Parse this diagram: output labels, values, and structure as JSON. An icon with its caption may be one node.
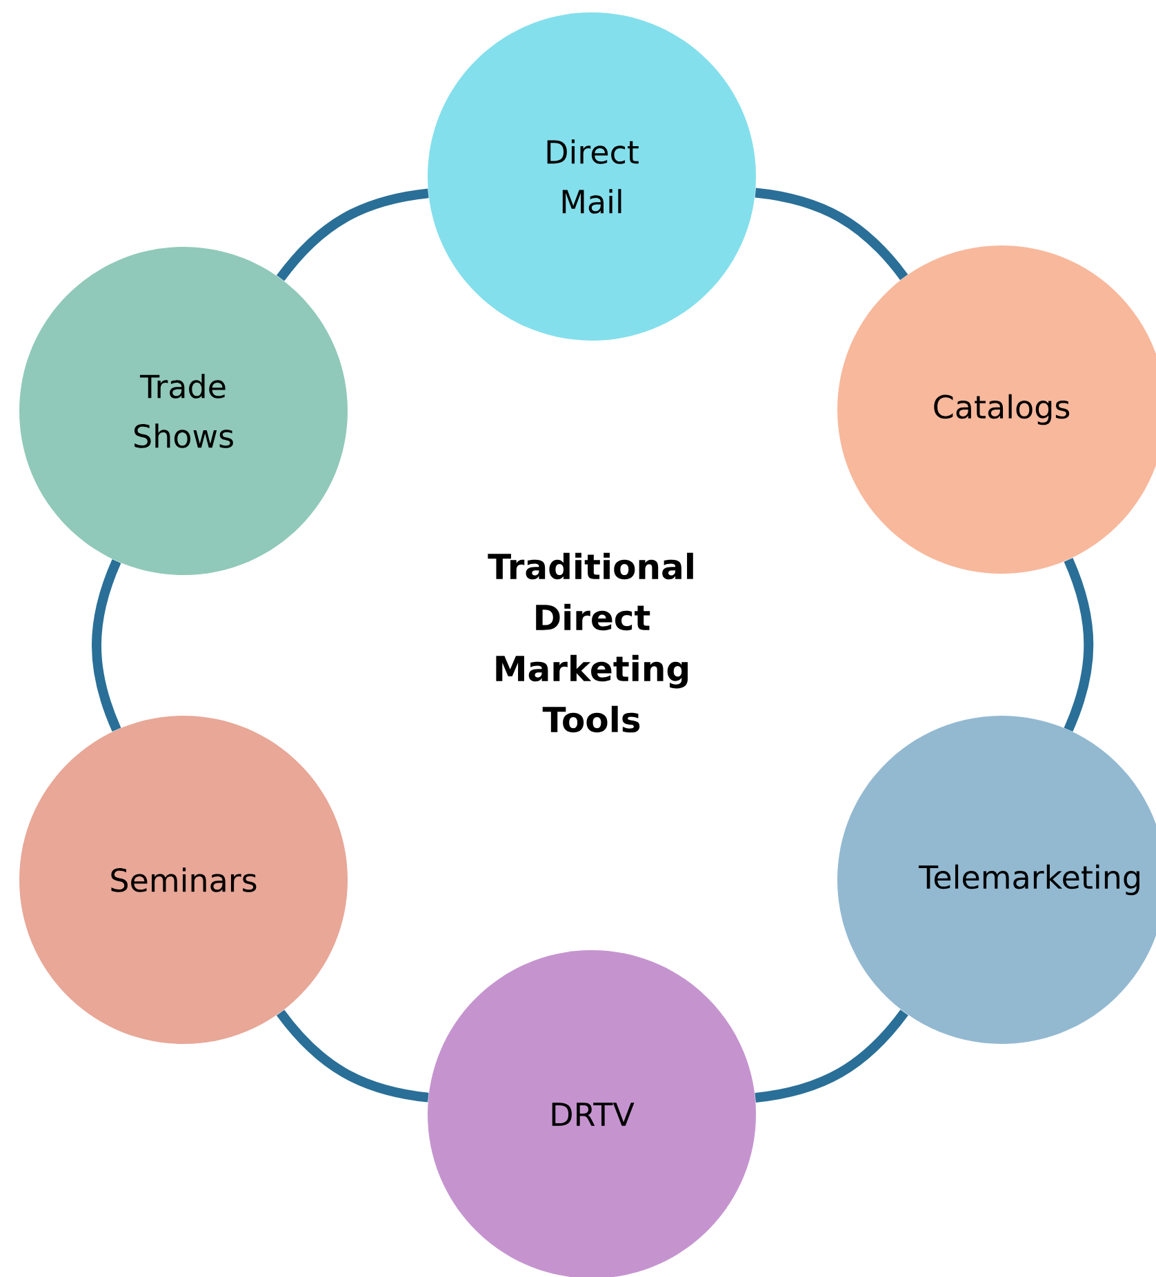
{
  "diagram": {
    "title": "Traditional Direct Marketing Tools",
    "nodes": [
      {
        "text": [
          "Direct Mail"
        ]
      },
      {
        "text": [
          "Catalogs"
        ]
      },
      {
        "text": [
          "Telemarketing"
        ]
      },
      {
        "text": [
          "DRTV"
        ]
      },
      {
        "text": [
          "Seminars"
        ]
      },
      {
        "text": [
          "Trade Shows"
        ]
      }
    ],
    "edges": [
      {
        "from": 0,
        "to": 1,
        "arrow": "none"
      },
      {
        "from": 1,
        "to": 2,
        "arrow": "none"
      },
      {
        "from": 2,
        "to": 3,
        "arrow": "none"
      },
      {
        "from": 3,
        "to": 4,
        "arrow": "none"
      },
      {
        "from": 4,
        "to": 5,
        "arrow": "none"
      },
      {
        "from": 5,
        "to": 0,
        "arrow": "none"
      }
    ]
  }
}
